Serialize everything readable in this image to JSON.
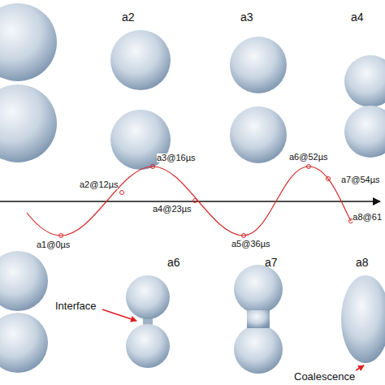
{
  "diagram": {
    "labels": [
      "a2",
      "a3",
      "a4",
      "a1@0µs",
      "a2@12µs",
      "a3@16µs",
      "a4@23µs",
      "a5@36µs",
      "a6@52µs",
      "a7@54µs",
      "a8@61",
      "a6",
      "a7",
      "a8",
      "Interface",
      "Coalescence"
    ]
  }
}
